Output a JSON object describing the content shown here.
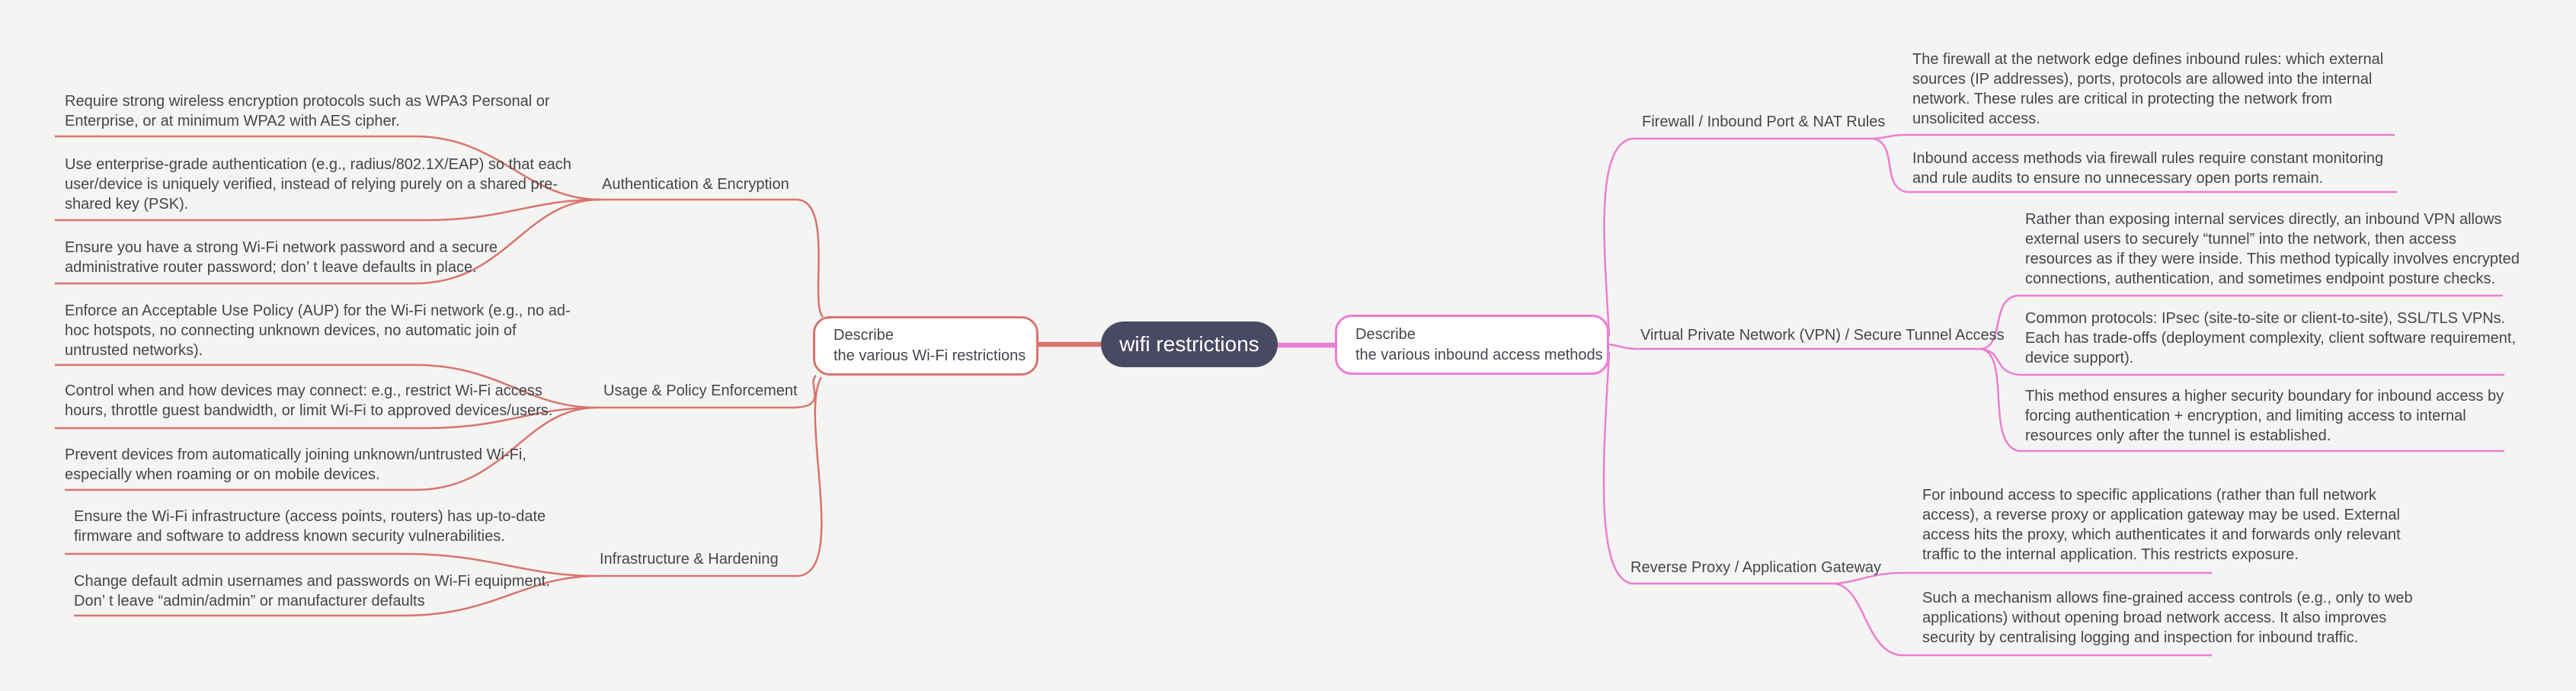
{
  "colors": {
    "background": "#f4f4f3",
    "left_branch": "#d8756d",
    "right_branch": "#ec7ed2",
    "center_fill": "#4a4962",
    "center_text": "#ffffff",
    "text": "#43464c"
  },
  "center": {
    "title": "wifi restrictions"
  },
  "left": {
    "root": {
      "lines": [
        "Describe",
        "the various Wi-Fi restrictions"
      ]
    },
    "groups": [
      {
        "label": "Authentication & Encryption",
        "leaves": [
          {
            "lines": [
              "Require strong wireless encryption protocols such as WPA3 Personal or",
              "Enterprise, or at minimum WPA2 with AES cipher."
            ]
          },
          {
            "lines": [
              "Use enterprise-grade authentication (e.g., radius/802.1X/EAP) so that each",
              "user/device is uniquely verified, instead of relying purely on a shared pre-",
              "shared key (PSK)."
            ]
          },
          {
            "lines": [
              "Ensure you have a strong Wi-Fi network password and a secure",
              "administrative router password; don’ t leave defaults in place."
            ]
          }
        ]
      },
      {
        "label": "Usage & Policy Enforcement",
        "leaves": [
          {
            "lines": [
              "Enforce an Acceptable Use Policy (AUP) for the Wi-Fi network (e.g., no ad-",
              "hoc hotspots, no connecting unknown devices, no automatic join of",
              "untrusted networks)."
            ]
          },
          {
            "lines": [
              "Control when and how devices may connect: e.g., restrict Wi-Fi access",
              "hours, throttle guest bandwidth, or limit Wi-Fi to approved devices/users."
            ]
          },
          {
            "lines": [
              "Prevent devices from automatically joining unknown/untrusted Wi-Fi,",
              "especially when roaming or on mobile devices."
            ]
          }
        ]
      },
      {
        "label": "Infrastructure & Hardening",
        "leaves": [
          {
            "lines": [
              "Ensure the Wi-Fi infrastructure (access points, routers) has up-to-date",
              "firmware and software to address known security vulnerabilities."
            ]
          },
          {
            "lines": [
              "Change default admin usernames and passwords on Wi-Fi equipment.",
              "Don’ t leave “admin/admin” or manufacturer defaults"
            ]
          }
        ]
      }
    ]
  },
  "right": {
    "root": {
      "lines": [
        "Describe",
        "the various inbound access methods"
      ]
    },
    "groups": [
      {
        "label": "Firewall / Inbound Port & NAT Rules",
        "leaves": [
          {
            "lines": [
              "The firewall at the network edge defines inbound rules: which external",
              "sources (IP addresses), ports, protocols are allowed into the internal",
              "network. These rules are critical in protecting the network from",
              "unsolicited access."
            ]
          },
          {
            "lines": [
              "Inbound access methods via firewall rules require constant monitoring",
              "and rule audits to ensure no unnecessary open ports remain."
            ]
          }
        ]
      },
      {
        "label": "Virtual Private Network (VPN) / Secure Tunnel Access",
        "leaves": [
          {
            "lines": [
              "Rather than exposing internal services directly, an inbound VPN allows",
              "external users to securely “tunnel” into the network, then access",
              "resources as if they were inside. This method typically involves encrypted",
              "connections, authentication, and sometimes endpoint posture checks."
            ]
          },
          {
            "lines": [
              "Common protocols: IPsec (site-to-site or client-to-site), SSL/TLS VPNs.",
              "Each has trade-offs (deployment complexity, client software requirement,",
              "device support)."
            ]
          },
          {
            "lines": [
              "This method ensures a higher security boundary for inbound access by",
              "forcing authentication + encryption, and limiting access to internal",
              "resources only after the tunnel is established."
            ]
          }
        ]
      },
      {
        "label": "Reverse Proxy / Application Gateway",
        "leaves": [
          {
            "lines": [
              "For inbound access to specific applications (rather than full network",
              "access), a reverse proxy or application gateway may be used. External",
              "access hits the proxy, which authenticates it and forwards only relevant",
              "traffic to the internal application. This restricts exposure."
            ]
          },
          {
            "lines": [
              "Such a mechanism allows fine-grained access controls (e.g., only to web",
              "applications) without opening broad network access. It also improves",
              "security by centralising logging and inspection for inbound traffic."
            ]
          }
        ]
      }
    ]
  }
}
